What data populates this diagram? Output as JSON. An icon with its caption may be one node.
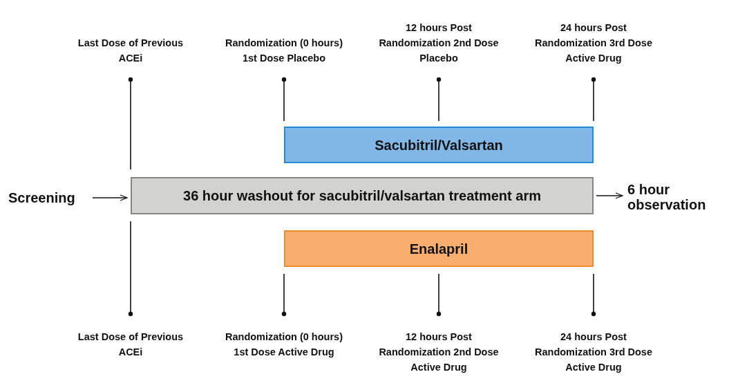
{
  "diagram": {
    "nodes": [
      {
        "text": [
          "Sacubitril/Valsartan"
        ]
      },
      {
        "text": [
          "Screening"
        ]
      },
      {
        "text": [
          "36 hour washout for sacubitril/valsartan treatment arm"
        ]
      },
      {
        "text": [
          "6 hour observation"
        ]
      },
      {
        "text": [
          "Enalapril"
        ]
      }
    ],
    "edges": [
      {
        "from": 1,
        "to": 2,
        "arrow": "to"
      },
      {
        "from": 2,
        "to": 3,
        "arrow": "to"
      }
    ],
    "labels": [
      "Last Dose of Previous ACEi",
      "Randomization (0 hours) 1st Dose Placebo",
      "12 hours Post Randomization 2nd Dose Placebo",
      "24 hours Post Randomization 3rd Dose Active Drug",
      "Last Dose of Previous ACEi",
      "Randomization (0 hours) 1st Dose Active Drug",
      "12 hours Post Randomization 2nd Dose Active Drug",
      "24 hours Post Randomization 3rd Dose Active Drug"
    ]
  }
}
